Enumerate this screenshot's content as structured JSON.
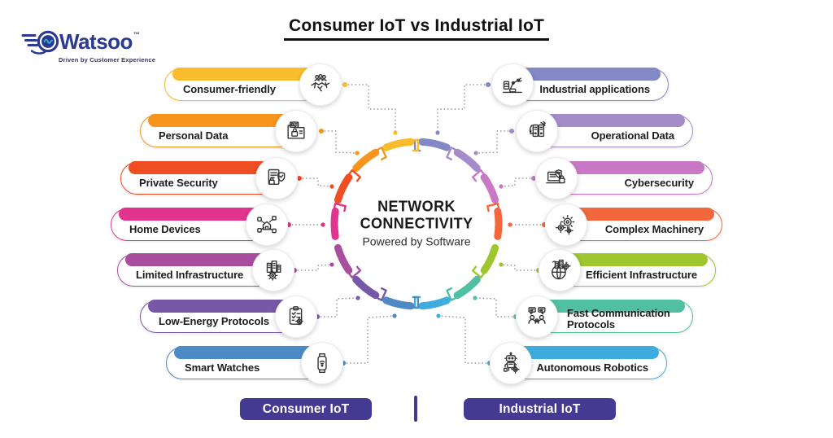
{
  "title": "Consumer IoT vs Industrial IoT",
  "logo": {
    "brand": "Watsoo",
    "trademark": "™",
    "tagline": "Driven by Customer Experience",
    "brand_color": "#2B3990",
    "accent_color": "#2AB7C9"
  },
  "center": {
    "title_line1": "NETWORK",
    "title_line2": "CONNECTIVITY",
    "subtitle": "Powered by Software"
  },
  "left_pills": [
    {
      "label": "Consumer-friendly",
      "color": "#F8BC2C",
      "icon": "handshake-icon"
    },
    {
      "label": "Personal Data",
      "color": "#F7941E",
      "icon": "personal-data-icon"
    },
    {
      "label": "Private Security",
      "color": "#EF4E23",
      "icon": "secure-document-icon"
    },
    {
      "label": "Home Devices",
      "color": "#E0348F",
      "icon": "smart-home-icon"
    },
    {
      "label": "Limited Infrastructure",
      "color": "#A94E9E",
      "icon": "city-gear-icon"
    },
    {
      "label": "Low-Energy Protocols",
      "color": "#7657A8",
      "icon": "checklist-icon"
    },
    {
      "label": "Smart Watches",
      "color": "#4C8BC6",
      "icon": "smart-watch-icon"
    }
  ],
  "right_pills": [
    {
      "label": "Industrial applications",
      "color": "#8289C6",
      "icon": "robotic-arm-icon"
    },
    {
      "label": "Operational Data",
      "color": "#A58BC8",
      "icon": "data-servers-icon"
    },
    {
      "label": "Cybersecurity",
      "color": "#C878C4",
      "icon": "cybersecurity-icon"
    },
    {
      "label": "Complex Machinery",
      "color": "#F2683C",
      "icon": "gears-icon"
    },
    {
      "label": "Efficient Infrastructure",
      "color": "#9DC62F",
      "icon": "globe-infrastructure-icon"
    },
    {
      "label": "Fast Communication Protocols",
      "color": "#51BFA2",
      "icon": "communication-icon"
    },
    {
      "label": "Autonomous Robotics",
      "color": "#3FACE0",
      "icon": "robot-icon"
    }
  ],
  "footer": {
    "left_label": "Consumer IoT",
    "right_label": "Industrial IoT",
    "button_color": "#453A92"
  }
}
